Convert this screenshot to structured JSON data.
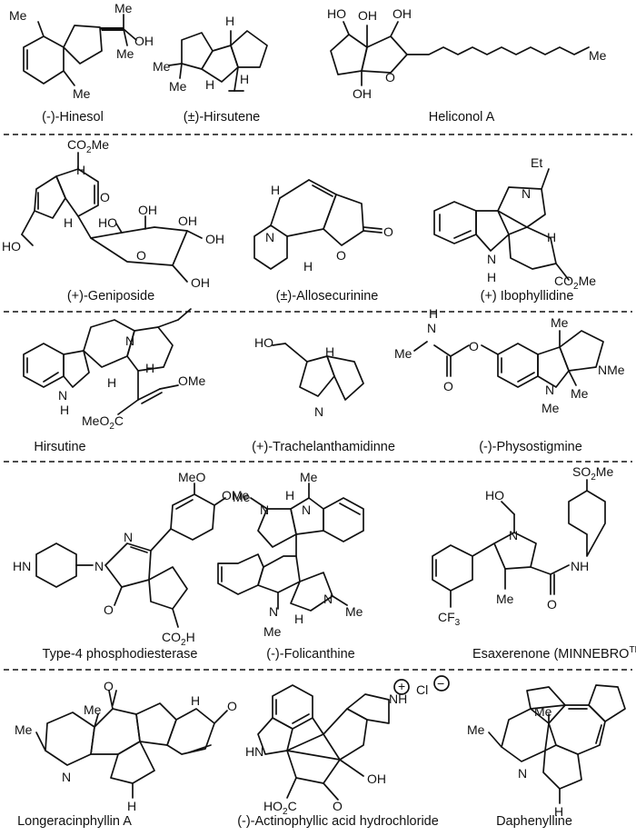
{
  "rows": [
    {
      "compounds": [
        {
          "id": "hinesol",
          "name": "(-)-Hinesol"
        },
        {
          "id": "hirsutene",
          "name": "(±)-Hirsutene"
        },
        {
          "id": "heliconol",
          "name": "Heliconol A"
        }
      ]
    },
    {
      "compounds": [
        {
          "id": "geniposide",
          "name": "(+)-Geniposide"
        },
        {
          "id": "allosecurinine",
          "name": "(±)-Allosecurinine"
        },
        {
          "id": "ibophyllidine",
          "name": "(+) Ibophyllidine"
        }
      ]
    },
    {
      "compounds": [
        {
          "id": "hirsutine",
          "name": "Hirsutine"
        },
        {
          "id": "trachelanthamidinne",
          "name": "(+)-Trachelanthamidinne"
        },
        {
          "id": "physostigmine",
          "name": "(-)-Physostigmine"
        }
      ]
    },
    {
      "compounds": [
        {
          "id": "pde4",
          "name": "Type-4 phosphodiesterase"
        },
        {
          "id": "folicanthine",
          "name": "(-)-Folicanthine"
        },
        {
          "id": "esaxerenone",
          "name": "Esaxerenone (MINNEBRO",
          "superscript": "TM",
          "suffix": ")"
        }
      ]
    },
    {
      "compounds": [
        {
          "id": "longeracinphyllin",
          "name": "Longeracinphyllin A"
        },
        {
          "id": "actinophyllic",
          "name": "(-)-Actinophyllic acid hydrochloride"
        },
        {
          "id": "daphenylline",
          "name": "Daphenylline"
        }
      ]
    }
  ],
  "atoms": {
    "me": "Me",
    "oh": "OH",
    "h": "H",
    "ho": "HO",
    "o": "O",
    "n": "N",
    "nh": "NH",
    "hn": "HN",
    "et": "Et",
    "co2": "CO",
    "two": "2",
    "co2me_tail": "Me",
    "meo": "MeO",
    "ome": "OMe",
    "meo2c": "MeO",
    "o2c_tail": "C",
    "cf": "CF",
    "three": "3",
    "so": "SO",
    "cl": "Cl",
    "plus": "+",
    "minus": "−",
    "ho2c": "HO",
    "h_tail": "H"
  },
  "colors": {
    "ink": "#111111",
    "background": "#ffffff"
  }
}
